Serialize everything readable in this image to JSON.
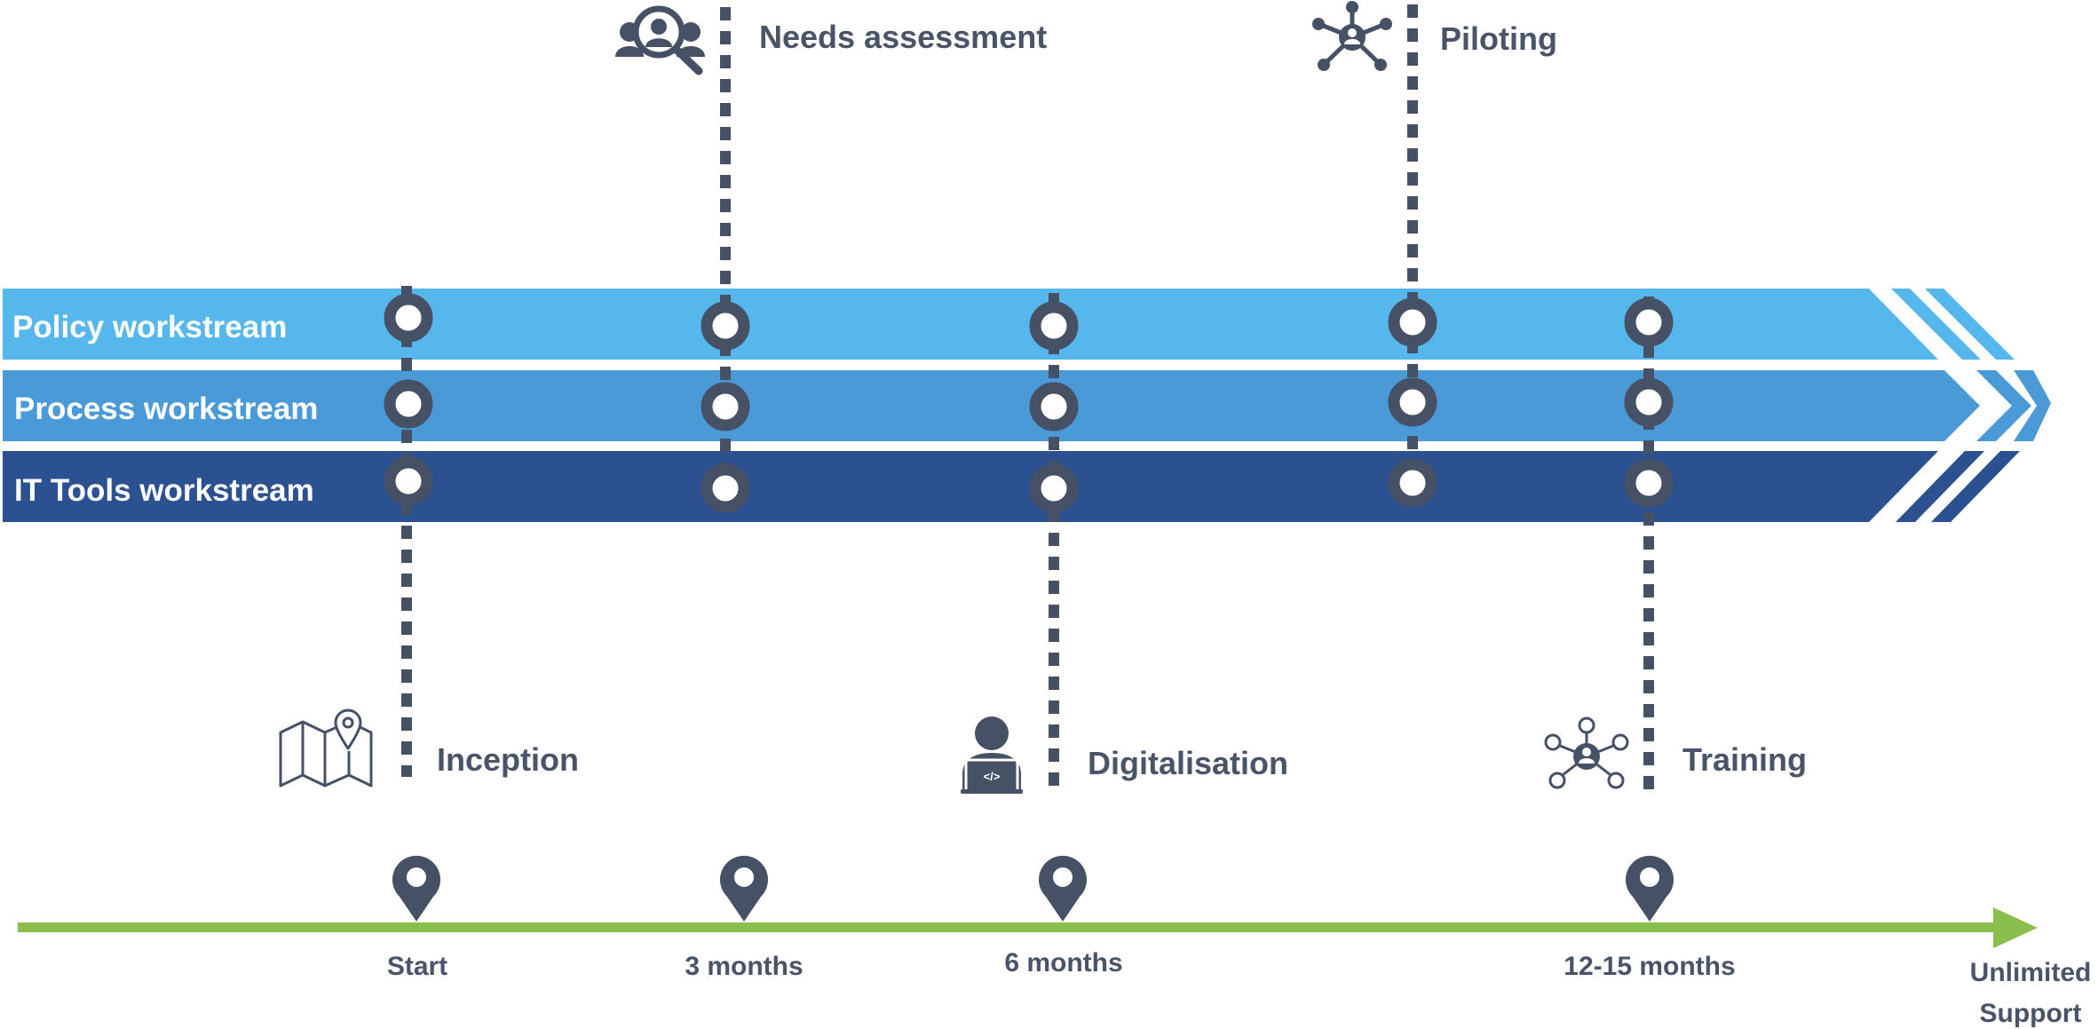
{
  "workstreams": [
    {
      "label": "Policy workstream",
      "color": "#56B7EC"
    },
    {
      "label": "Process workstream",
      "color": "#4A9AD8"
    },
    {
      "label": "IT Tools workstream",
      "color": "#2B5190"
    }
  ],
  "phases_top": [
    {
      "label": "Needs assessment",
      "icon": "people-search-icon"
    },
    {
      "label": "Piloting",
      "icon": "network-hub-icon"
    }
  ],
  "phases_bottom": [
    {
      "label": "Inception",
      "icon": "map-pin-icon"
    },
    {
      "label": "Digitalisation",
      "icon": "developer-laptop-icon"
    },
    {
      "label": "Training",
      "icon": "people-network-icon"
    }
  ],
  "timeline": {
    "milestones": [
      "Start",
      "3 months",
      "6 months",
      "12-15 months"
    ],
    "end_label_line1": "Unlimited",
    "end_label_line2": "Support",
    "color": "#8BBF4D"
  },
  "colors": {
    "dark": "#475166",
    "text": "#4A5468"
  }
}
